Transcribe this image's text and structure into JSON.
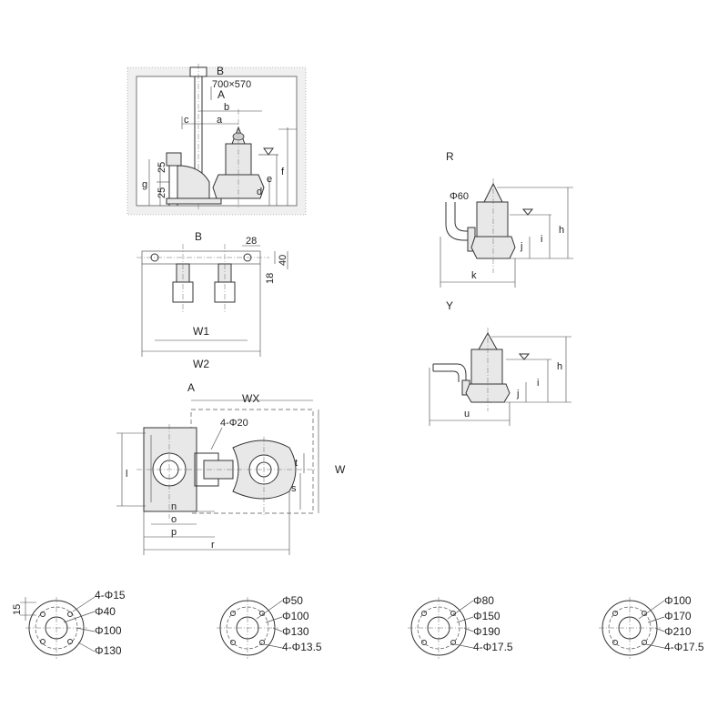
{
  "install_view": {
    "label_B": "B",
    "label_A": "A",
    "hole_size": "700×570",
    "dim_a": "a",
    "dim_b": "b",
    "dim_c": "c",
    "dim_d": "d",
    "dim_e": "e",
    "dim_f": "f",
    "dim_g": "g",
    "dim_25_upper": "25",
    "dim_25_lower": "25"
  },
  "view_B": {
    "title": "B",
    "dim_28": "28",
    "dim_40": "40",
    "dim_18": "18",
    "dim_W1": "W1",
    "dim_W2": "W2"
  },
  "view_A": {
    "title": "A",
    "dim_WX": "WX",
    "bolts": "4-Φ20",
    "dim_W": "W",
    "dim_l": "l",
    "dim_t": "t",
    "dim_s": "s",
    "dim_n": "n",
    "dim_o": "o",
    "dim_p": "p",
    "dim_r": "r"
  },
  "view_R": {
    "title": "R",
    "pipe": "Φ60",
    "dim_h": "h",
    "dim_i": "i",
    "dim_j": "j",
    "dim_k": "k"
  },
  "view_Y": {
    "title": "Y",
    "dim_h": "h",
    "dim_i": "i",
    "dim_j": "j",
    "dim_u": "u"
  },
  "flanges": [
    {
      "texts": [
        "4-Φ15",
        "Φ40",
        "Φ100",
        "Φ130"
      ],
      "offset_label": "15"
    },
    {
      "texts": [
        "Φ50",
        "Φ100",
        "Φ130",
        "4-Φ13.5"
      ]
    },
    {
      "texts": [
        "Φ80",
        "Φ150",
        "Φ190",
        "4-Φ17.5"
      ]
    },
    {
      "texts": [
        "Φ100",
        "Φ170",
        "Φ210",
        "4-Φ17.5"
      ]
    }
  ]
}
